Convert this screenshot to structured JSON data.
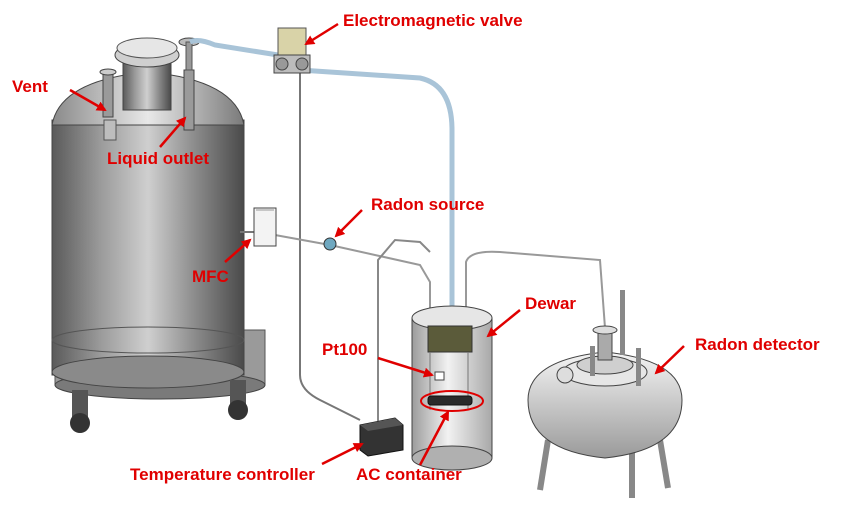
{
  "labels": {
    "electromagnetic_valve": "Electromagnetic valve",
    "vent": "Vent",
    "liquid_outlet": "Liquid outlet",
    "radon_source": "Radon source",
    "mfc": "MFC",
    "dewar": "Dewar",
    "pt100": "Pt100",
    "radon_detector": "Radon detector",
    "temperature_controller": "Temperature controller",
    "ac_container": "AC container"
  },
  "colors": {
    "annotation": "#e00000",
    "metal_dark": "#6e6e6e",
    "metal_light": "#d6d6d6",
    "pipe": "#a9c4d8"
  }
}
